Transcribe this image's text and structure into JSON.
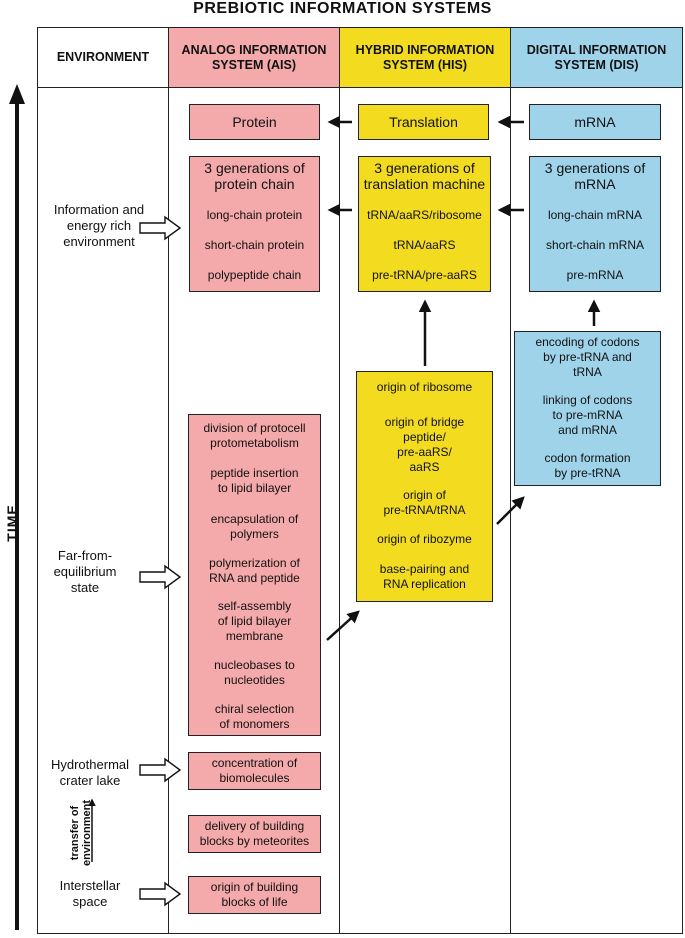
{
  "title": "PREBIOTIC INFORMATION SYSTEMS",
  "time_label": "TIME",
  "headers": {
    "environment": "ENVIRONMENT",
    "ais": [
      "ANALOG INFORMATION",
      "SYSTEM (AIS)"
    ],
    "his": [
      "HYBRID INFORMATION",
      "SYSTEM (HIS)"
    ],
    "dis": [
      "DIGITAL INFORMATION",
      "SYSTEM (DIS)"
    ]
  },
  "colors": {
    "ais": "#f4a9ab",
    "his": "#f3dc20",
    "dis": "#9fd3ea"
  },
  "top_row": {
    "protein": "Protein",
    "translation": "Translation",
    "mrna": "mRNA"
  },
  "generations": {
    "protein": {
      "title": [
        "3 generations of",
        "protein chain"
      ],
      "items": [
        "long-chain protein",
        "short-chain protein",
        "polypeptide chain"
      ]
    },
    "translation": {
      "title": [
        "3 generations of",
        "translation machine"
      ],
      "items": [
        "tRNA/aaRS/ribosome",
        "tRNA/aaRS",
        "pre-tRNA/pre-aaRS"
      ]
    },
    "mrna": {
      "title": [
        "3 generations of",
        "mRNA"
      ],
      "items": [
        "long-chain mRNA",
        "short-chain mRNA",
        "pre-mRNA"
      ]
    }
  },
  "dis_codons": [
    [
      "encoding of codons",
      "by pre-tRNA and",
      "tRNA"
    ],
    [
      "linking of codons",
      "to pre-mRNA",
      "and mRNA"
    ],
    [
      "codon formation",
      "by pre-tRNA"
    ]
  ],
  "his_origins": [
    [
      "origin of ribosome"
    ],
    [
      "origin of bridge",
      "peptide/",
      "pre-aaRS/",
      "aaRS"
    ],
    [
      "origin of",
      "pre-tRNA/tRNA"
    ],
    [
      "origin of ribozyme"
    ],
    [
      "base-pairing and",
      "RNA replication"
    ]
  ],
  "ais_steps": [
    [
      "division of protocell",
      "protometabolism"
    ],
    [
      "peptide insertion",
      "to lipid bilayer"
    ],
    [
      "encapsulation of",
      "polymers"
    ],
    [
      "polymerization of",
      "RNA and peptide"
    ],
    [
      "self-assembly",
      "of lipid bilayer",
      "membrane"
    ],
    [
      "nucleobases to",
      "nucleotides"
    ],
    [
      "chiral selection",
      "of monomers"
    ]
  ],
  "ais_bottom": {
    "concentration": [
      "concentration of",
      "biomolecules"
    ],
    "delivery": [
      "delivery of building",
      "blocks by meteorites"
    ],
    "origin": [
      "origin of building",
      "blocks of life"
    ]
  },
  "environments": {
    "info_rich": [
      "Information and",
      "energy rich",
      "environment"
    ],
    "far_from_eq": [
      "Far-from-",
      "equilibrium",
      "state"
    ],
    "hydrothermal": [
      "Hydrothermal",
      "crater lake"
    ],
    "transfer": [
      "transfer of",
      "environment"
    ],
    "interstellar": [
      "Interstellar",
      "space"
    ]
  }
}
